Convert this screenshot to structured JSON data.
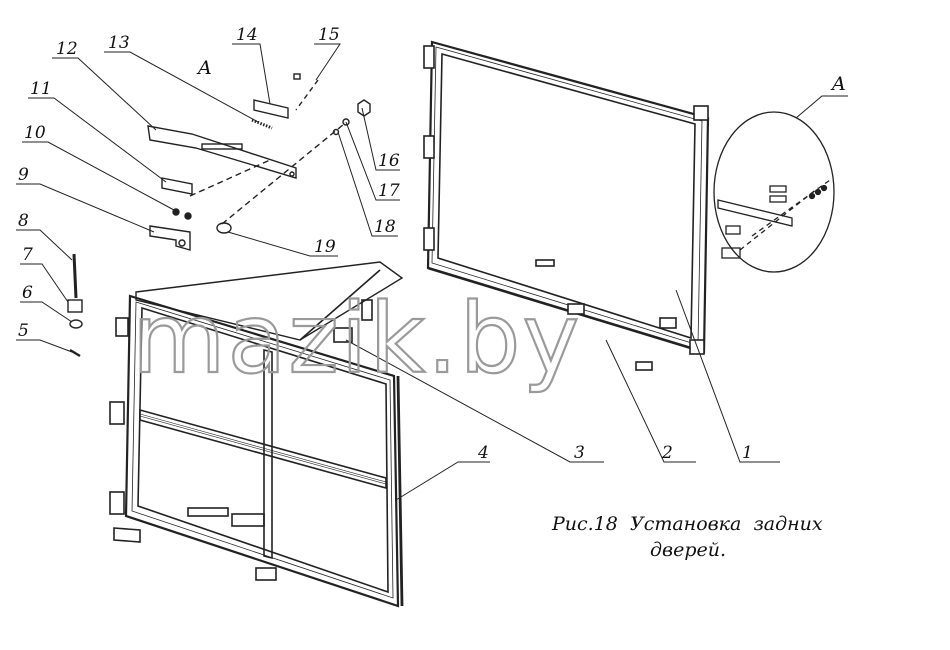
{
  "labels": [
    "1",
    "2",
    "3",
    "4",
    "5",
    "6",
    "7",
    "8",
    "9",
    "10",
    "11",
    "12",
    "13",
    "14",
    "15",
    "16",
    "17",
    "18",
    "19"
  ],
  "view_letter": "A",
  "caption": {
    "line1": "Рис.18  Установка  задних",
    "line2": "дверей."
  },
  "watermark": "mazik.by"
}
